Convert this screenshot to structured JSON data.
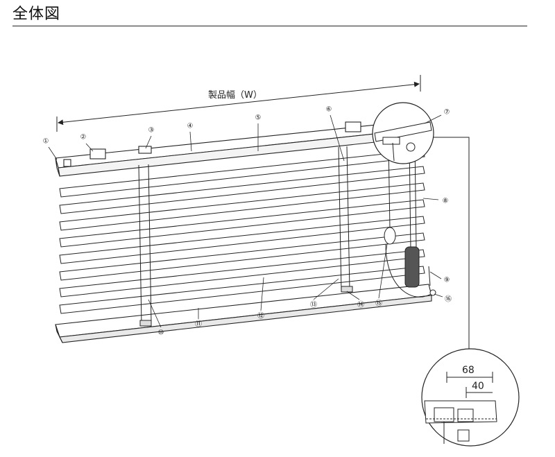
{
  "page": {
    "title": "全体図"
  },
  "diagram": {
    "width_label": "製品幅（W）",
    "callouts": [
      "①",
      "②",
      "③",
      "④",
      "⑤",
      "⑥",
      "⑦",
      "⑧",
      "⑨",
      "⑩",
      "⑪",
      "⑫",
      "⑬",
      "⑭",
      "⑮",
      "⑯"
    ],
    "detail": {
      "dim_outer": "68",
      "dim_inner": "40"
    }
  }
}
